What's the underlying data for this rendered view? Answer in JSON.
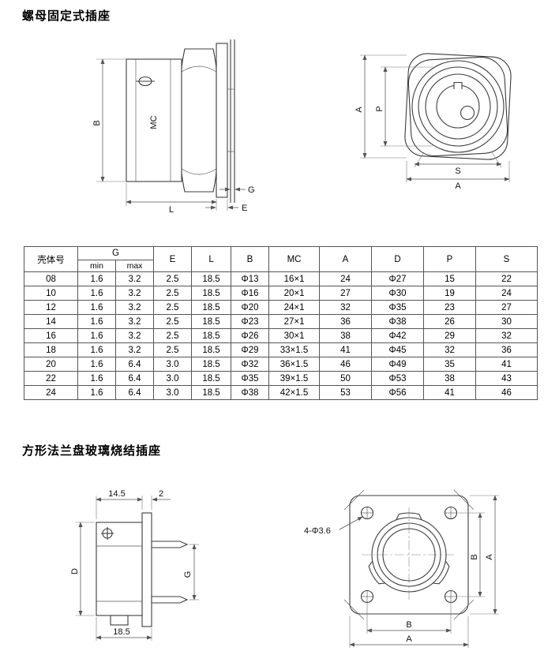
{
  "page": {
    "section1_title": "螺母固定式插座",
    "section2_title": "方形法兰盘玻璃烧结插座"
  },
  "drawing1": {
    "dim_B": "B",
    "thread_label": "MC",
    "dim_L": "L",
    "dim_G": "G",
    "dim_E": "E"
  },
  "drawing2": {
    "dim_A_left": "A",
    "dim_P": "P",
    "dim_S": "S",
    "dim_A_bottom": "A"
  },
  "table": {
    "headers": {
      "shell": "壳体号",
      "G": "G",
      "min": "min",
      "max": "max",
      "E": "E",
      "L": "L",
      "B": "B",
      "MC": "MC",
      "A": "A",
      "D": "D",
      "P": "P",
      "S": "S"
    },
    "rows": [
      [
        "08",
        "1.6",
        "3.2",
        "2.5",
        "18.5",
        "Φ13",
        "16×1",
        "24",
        "Φ27",
        "15",
        "22"
      ],
      [
        "10",
        "1.6",
        "3.2",
        "2.5",
        "18.5",
        "Φ16",
        "20×1",
        "27",
        "Φ30",
        "19",
        "24"
      ],
      [
        "12",
        "1.6",
        "3.2",
        "2.5",
        "18.5",
        "Φ20",
        "24×1",
        "32",
        "Φ35",
        "23",
        "27"
      ],
      [
        "14",
        "1.6",
        "3.2",
        "2.5",
        "18.5",
        "Φ23",
        "27×1",
        "36",
        "Φ38",
        "26",
        "30"
      ],
      [
        "16",
        "1.6",
        "3.2",
        "2.5",
        "18.5",
        "Φ26",
        "30×1",
        "38",
        "Φ42",
        "29",
        "32"
      ],
      [
        "18",
        "1.6",
        "3.2",
        "2.5",
        "18.5",
        "Φ29",
        "33×1.5",
        "41",
        "Φ45",
        "32",
        "36"
      ],
      [
        "20",
        "1.6",
        "6.4",
        "3.0",
        "18.5",
        "Φ32",
        "36×1.5",
        "46",
        "Φ49",
        "35",
        "41"
      ],
      [
        "22",
        "1.6",
        "6.4",
        "3.0",
        "18.5",
        "Φ35",
        "39×1.5",
        "50",
        "Φ53",
        "38",
        "43"
      ],
      [
        "24",
        "1.6",
        "6.4",
        "3.0",
        "18.5",
        "Φ38",
        "42×1.5",
        "53",
        "Φ56",
        "41",
        "46"
      ]
    ]
  },
  "drawing3": {
    "dim_top_width": "14.5",
    "dim_flange_thickness": "2",
    "dim_D": "D",
    "dim_G": "G",
    "dim_bottom": "18.5"
  },
  "drawing4": {
    "holes_label": "4-Φ3.6",
    "dim_B_right": "B",
    "dim_A_right": "A",
    "dim_B_bottom": "B",
    "dim_A_bottom": "A"
  }
}
